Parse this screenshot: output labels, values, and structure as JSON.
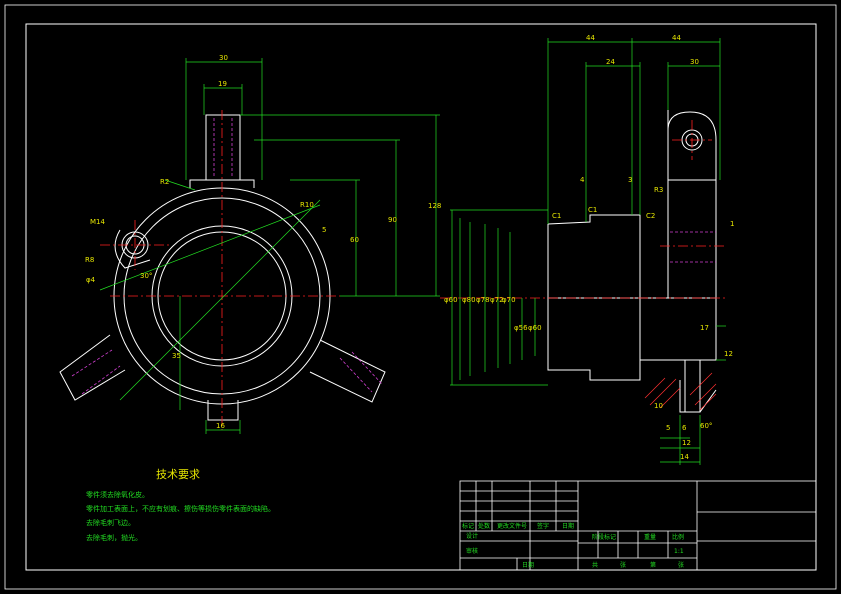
{
  "tech": {
    "title": "技术要求",
    "lines": [
      "零件须去除氧化皮。",
      "零件加工表面上，不应有划痕、擦伤等损伤零件表面的缺陷。",
      "去除毛刺飞边。",
      "去除毛刺，抛光。"
    ]
  },
  "dims_left": {
    "w30": "30",
    "w19": "19",
    "r2": "R2",
    "m14": "M14",
    "r10": "R10",
    "r8": "R8",
    "a30": "30°",
    "r5": "5",
    "phi4": "φ4",
    "h128": "128",
    "h90": "90",
    "h60": "60",
    "h35": "35",
    "w16": "16"
  },
  "dims_right": {
    "w44a": "44",
    "w44b": "44",
    "w24": "24",
    "w30": "30",
    "w4": "4",
    "w3": "3",
    "c1a": "C1",
    "c1b": "C1",
    "r3": "R3",
    "c2": "C2",
    "one": "1",
    "d60": "φ60",
    "d80": "φ80",
    "d78": "φ78",
    "d72": "φ72",
    "d70": "φ70",
    "d56": "φ56",
    "d60b": "φ60",
    "d17": "17",
    "d12": "12",
    "d10": "10",
    "d6": "6",
    "d12b": "12",
    "d14": "14",
    "a60": "60°",
    "d5": "5"
  },
  "title_block": {
    "h1": "标记",
    "h2": "处数",
    "h3": "更改文件号",
    "h4": "签字",
    "h5": "日期",
    "r1": "设计",
    "r2": "审核",
    "r3": "日期",
    "s1": "阶段标记",
    "s2": "重量",
    "s3": "比例",
    "scale": "1:1",
    "b1": "共",
    "b2": "张",
    "b3": "第",
    "b4": "张"
  }
}
